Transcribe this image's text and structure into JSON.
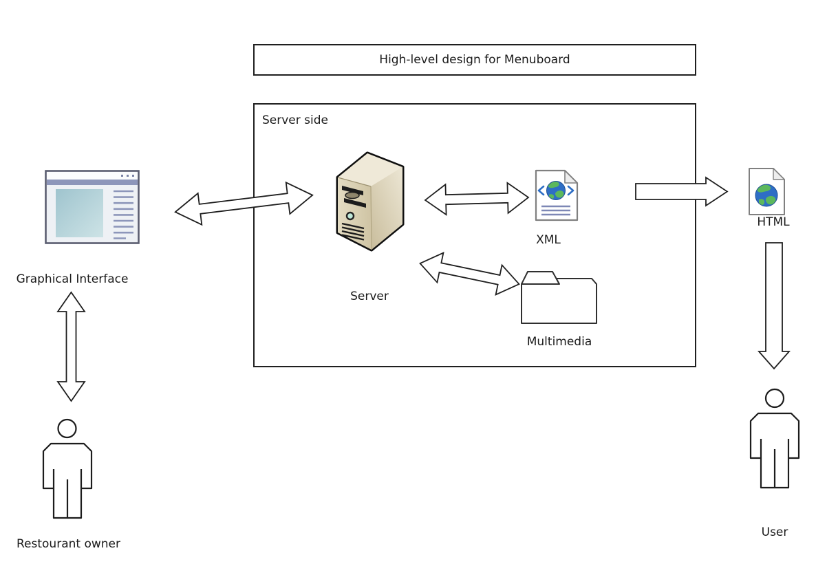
{
  "diagram": {
    "title": "High-level design for Menuboard",
    "server_box": {
      "label": "Server side"
    },
    "nodes": {
      "graphical_interface": {
        "label": "Graphical Interface"
      },
      "server": {
        "label": "Server"
      },
      "xml": {
        "label": "XML"
      },
      "multimedia": {
        "label": "Multimedia"
      },
      "html": {
        "label": "HTML"
      },
      "restaurant_owner": {
        "label": "Restourant owner"
      },
      "user": {
        "label": "User"
      }
    },
    "arrows": [
      {
        "id": "gi-server",
        "type": "double-headed",
        "from": "graphical_interface",
        "to": "server"
      },
      {
        "id": "server-xml",
        "type": "double-headed",
        "from": "server",
        "to": "xml"
      },
      {
        "id": "server-multimedia",
        "type": "double-headed",
        "from": "server",
        "to": "multimedia"
      },
      {
        "id": "xml-html",
        "type": "single-headed",
        "from": "xml",
        "to": "html"
      },
      {
        "id": "html-user",
        "type": "single-headed",
        "from": "html",
        "to": "user"
      },
      {
        "id": "gi-owner",
        "type": "double-headed",
        "from": "graphical_interface",
        "to": "restaurant_owner"
      }
    ],
    "colors": {
      "outline": "#1f1f1f",
      "server_beige": "#d8cfb2",
      "server_beige_light": "#efe9d8",
      "server_beige_dark": "#cdc2a0",
      "globe_blue": "#2e6ec5",
      "globe_green": "#5cb85c",
      "browser_slate": "#8d96ba",
      "browser_teal": "#aed0d8",
      "doc_border": "#7f7f7f"
    }
  }
}
